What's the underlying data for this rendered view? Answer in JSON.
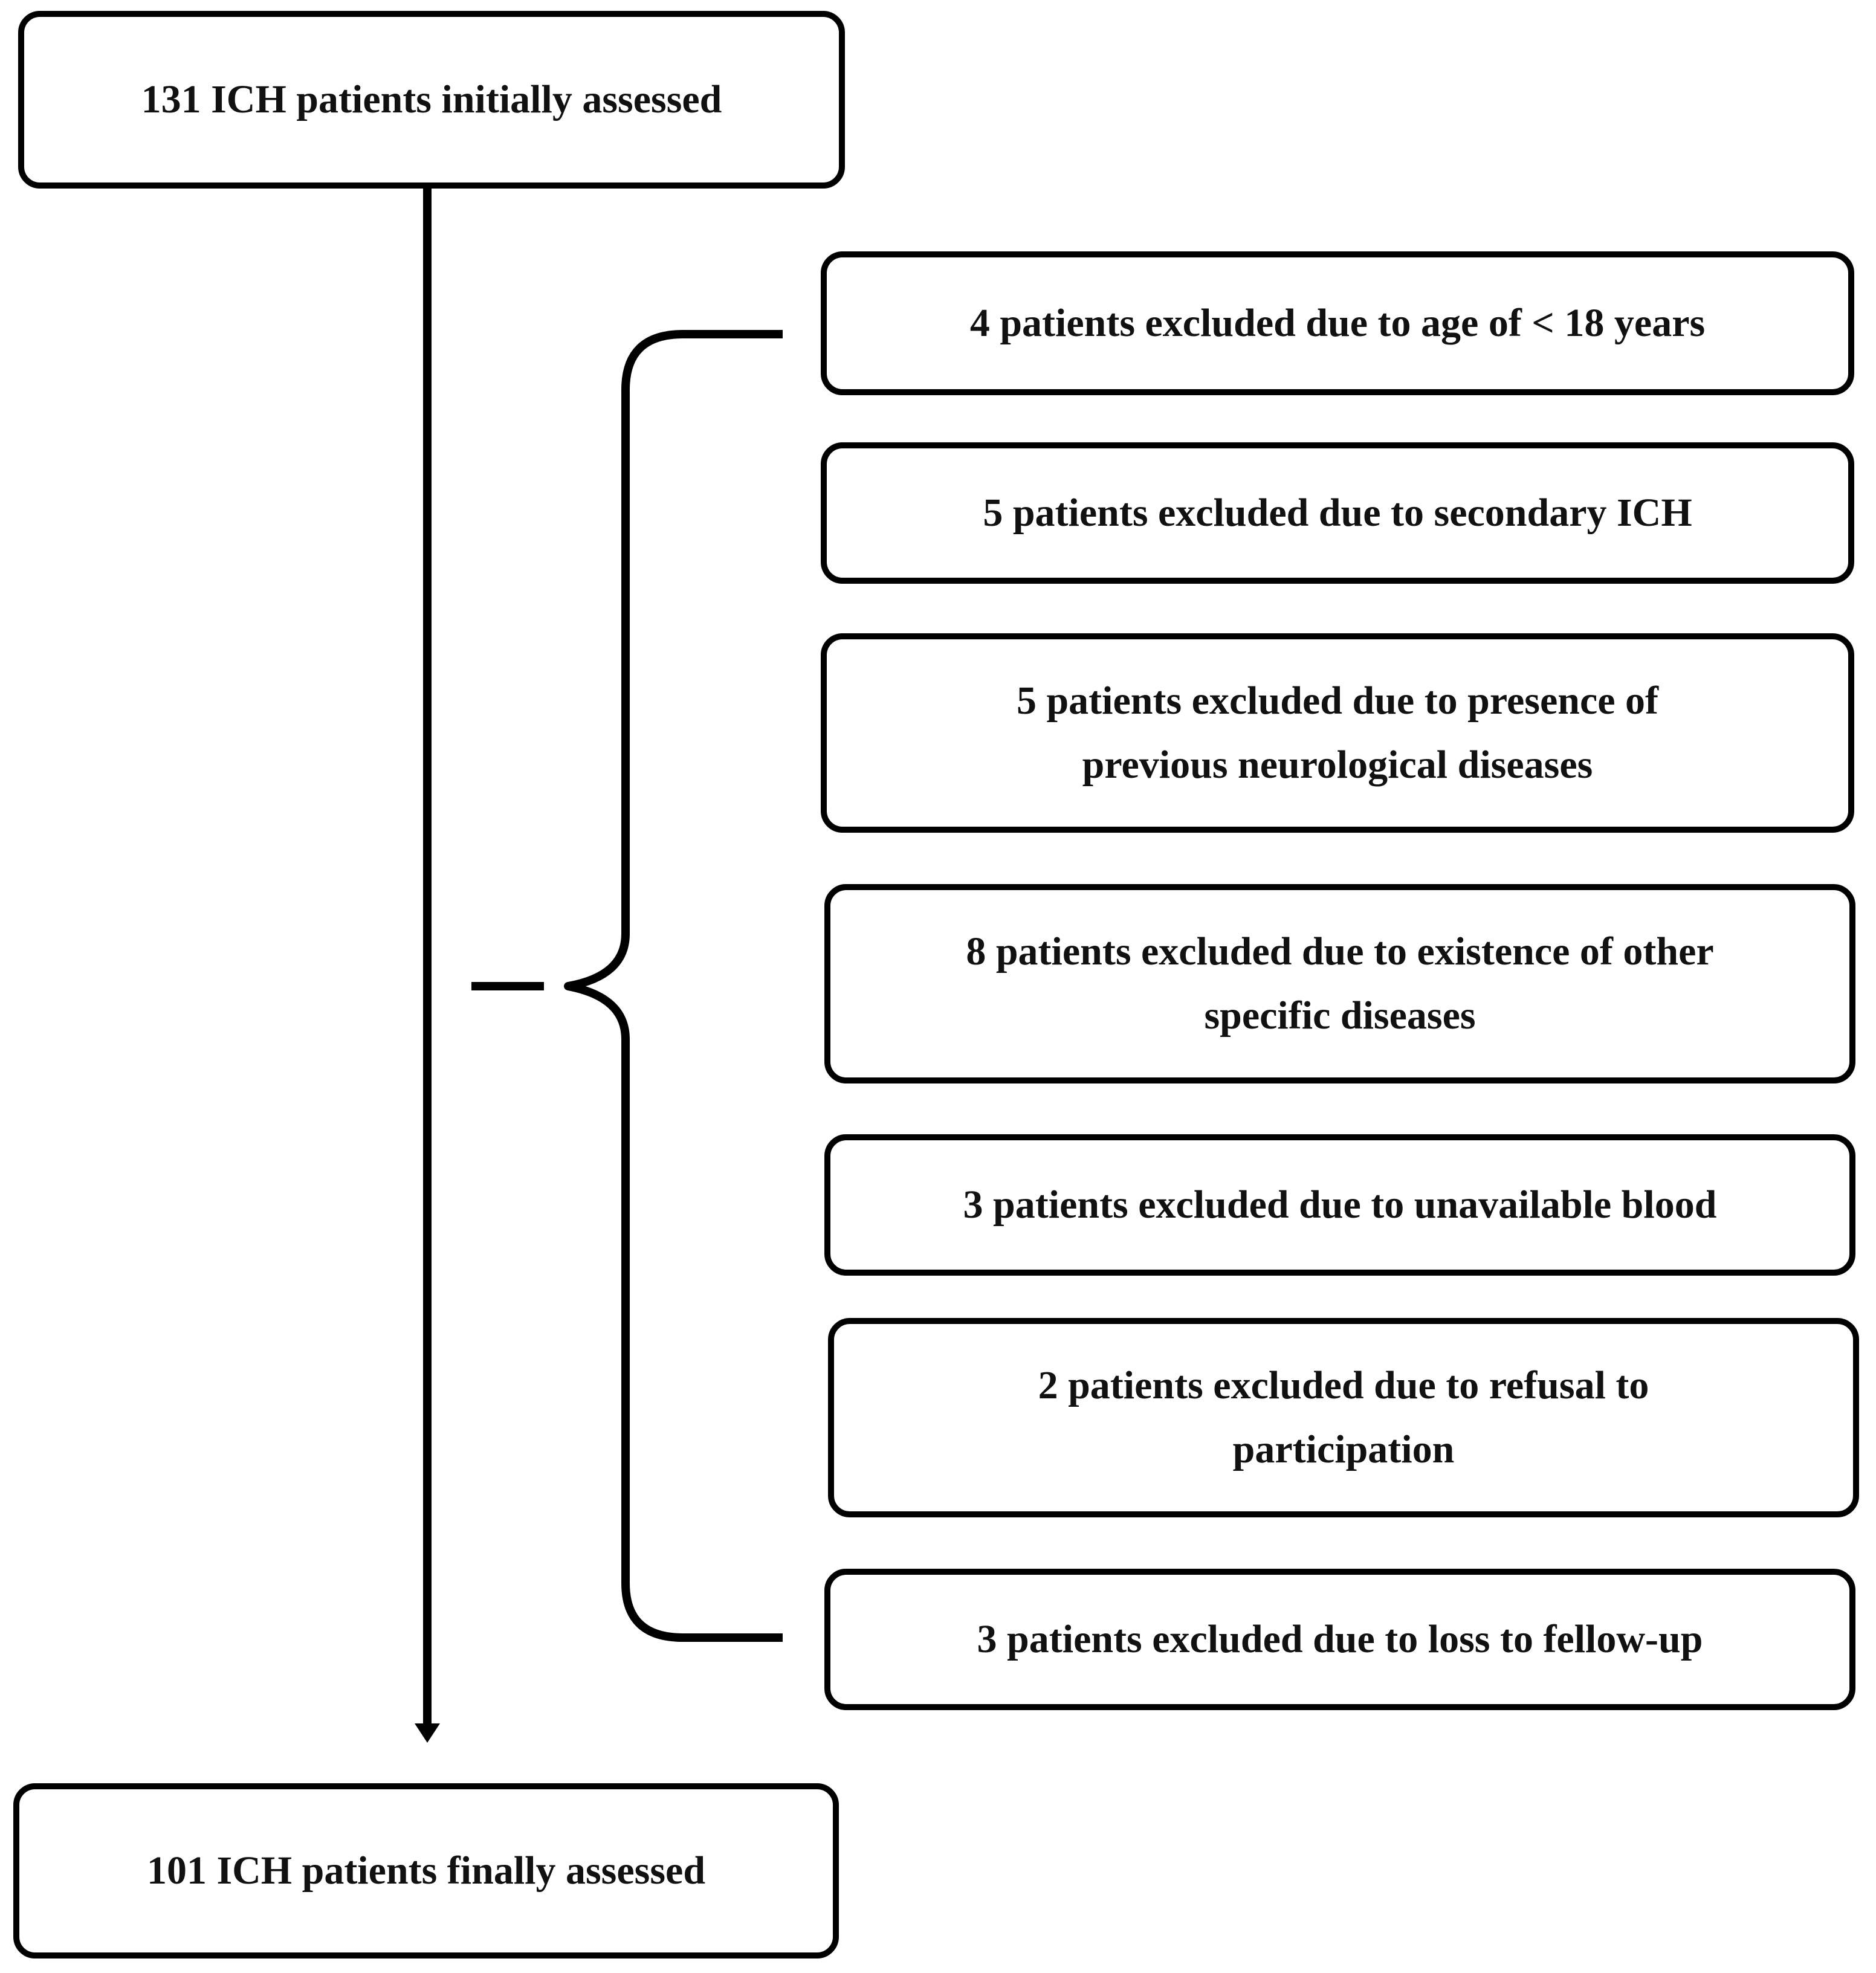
{
  "flowchart": {
    "start": {
      "label": "131 ICH patients initially assessed"
    },
    "exclusions": [
      {
        "lines": [
          "4 patients excluded due to age of < 18 years"
        ]
      },
      {
        "lines": [
          "5 patients excluded due to secondary ICH"
        ]
      },
      {
        "lines": [
          "5 patients excluded due to presence of",
          "previous neurological diseases"
        ]
      },
      {
        "lines": [
          "8 patients excluded due to existence of other",
          "specific diseases"
        ]
      },
      {
        "lines": [
          "3 patients excluded due to unavailable blood"
        ]
      },
      {
        "lines": [
          "2 patients excluded due to refusal to",
          "participation"
        ]
      },
      {
        "lines": [
          "3 patients excluded due to loss to fellow-up"
        ]
      }
    ],
    "end": {
      "label": "101 ICH patients finally assessed"
    }
  }
}
